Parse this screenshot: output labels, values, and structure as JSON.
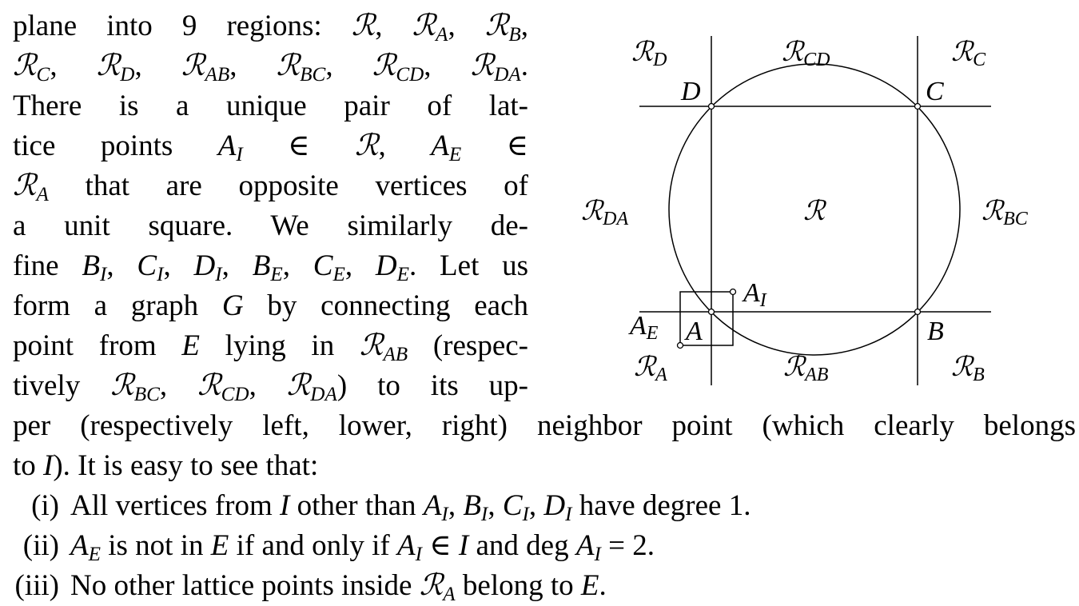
{
  "paragraph": {
    "wrapped_lines": [
      "plane into 9 regions: ℛ, ℛ_{A}, ℛ_{B},",
      "ℛ_{C}, ℛ_{D}, ℛ_{AB}, ℛ_{BC}, ℛ_{CD}, ℛ_{DA}.",
      "There is a unique pair of lat-",
      "tice points *A*_{I} ∈ ℛ, *A*_{E} ∈",
      "ℛ_{A} that are opposite vertices of",
      "a unit square. We similarly de-",
      "fine *B*_{I}, *C*_{I}, *D*_{I}, *B*_{E}, *C*_{E}, *D*_{E}. Let us",
      "form a graph *G* by connecting each",
      "point from *E* lying in ℛ_{AB} (respec-",
      "tively ℛ_{BC}, ℛ_{CD}, ℛ_{DA}) to its up-"
    ],
    "full_lines": [
      "per (respectively left, lower, right) neighbor point (which clearly belongs",
      "to *I*). It is easy to see that:"
    ]
  },
  "list": [
    {
      "label": "(i)",
      "text": "All vertices from *I* other than *A*_{I}, *B*_{I}, *C*_{I}, *D*_{I} have degree 1."
    },
    {
      "label": "(ii)",
      "text": "*A*_{E} is not in *E* if and only if *A*_{I} ∈ *I* and deg *A*_{I} = 2."
    },
    {
      "label": "(iii)",
      "text": "No other lattice points inside ℛ_{A} belong to *E*."
    }
  ],
  "figure": {
    "region_labels": {
      "R": "ℛ",
      "RA": "A",
      "RB": "B",
      "RC": "C",
      "RD": "D",
      "RAB": "AB",
      "RBC": "BC",
      "RCD": "CD",
      "RDA": "DA"
    },
    "points": {
      "A": "A",
      "B": "B",
      "C": "C",
      "D": "D",
      "AI": "I",
      "AE": "E"
    }
  }
}
